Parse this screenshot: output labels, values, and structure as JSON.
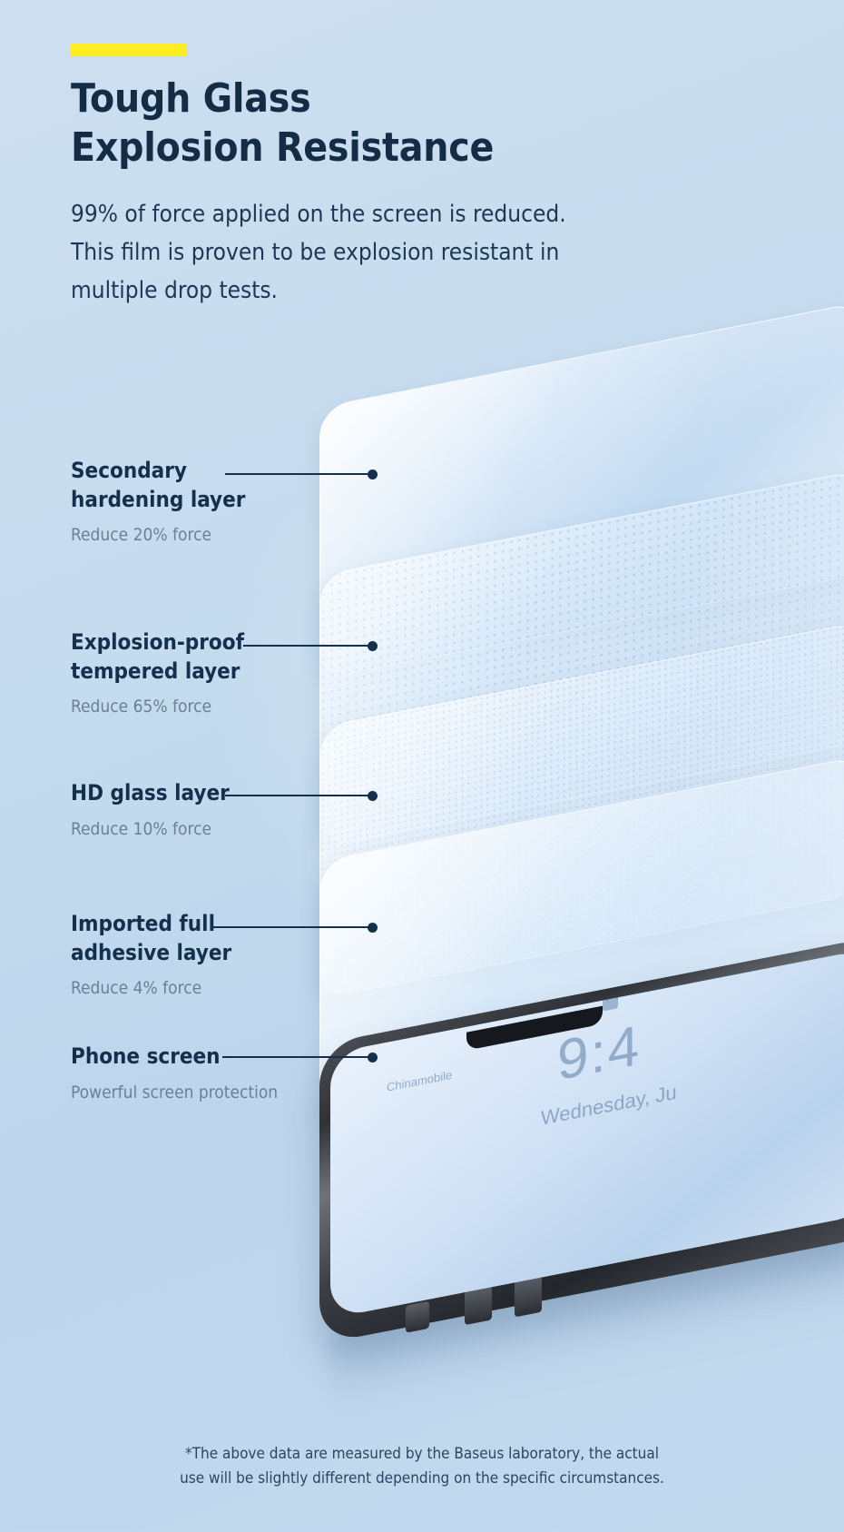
{
  "header": {
    "accent_color": "#fdee22",
    "title_line1": "Tough Glass",
    "title_line2": "Explosion Resistance",
    "subtitle_line1": "99% of force applied on the screen is reduced.",
    "subtitle_line2": "This film is proven to be explosion resistant in",
    "subtitle_line3": "multiple drop tests."
  },
  "layers": [
    {
      "name": "Secondary\nhardening layer",
      "desc": "Reduce 20% force"
    },
    {
      "name": "Explosion-proof\ntempered layer",
      "desc": "Reduce 65% force"
    },
    {
      "name": "HD glass layer",
      "desc": "Reduce 10% force"
    },
    {
      "name": "Imported full\nadhesive layer",
      "desc": "Reduce 4% force"
    },
    {
      "name": "Phone screen",
      "desc": "Powerful screen protection"
    }
  ],
  "phone": {
    "carrier": "Chinamobile",
    "time": "9:4",
    "date": "Wednesday, Ju"
  },
  "footnote": {
    "line1": "*The above data are measured by the Baseus laboratory, the actual",
    "line2": "use will be slightly different depending on the specific circumstances."
  },
  "colors": {
    "title": "#14304d",
    "accent": "#fdee22",
    "desc": "#6b7f95",
    "background": "#c6dcee"
  }
}
